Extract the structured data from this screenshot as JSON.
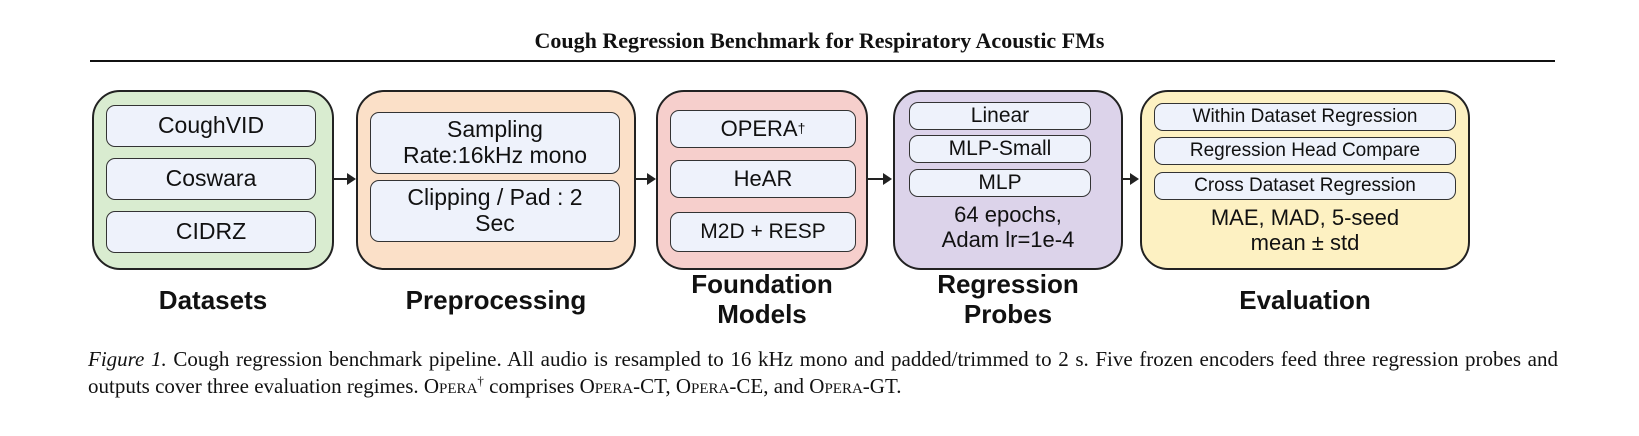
{
  "title": "Cough Regression Benchmark for Respiratory Acoustic FMs",
  "colors": {
    "datasets": "#d9ecd0",
    "preprocessing": "#fbe0c8",
    "foundation_models": "#f6cfcc",
    "regression_probes": "#dcd3ea",
    "evaluation": "#fdf1c2",
    "pill": "#eef2fb"
  },
  "stages": {
    "datasets": {
      "label": "Datasets",
      "items": [
        "CoughVID",
        "Coswara",
        "CIDRZ"
      ]
    },
    "preprocessing": {
      "label": "Preprocessing",
      "items": [
        {
          "line1": "Sampling",
          "line2": "Rate:16kHz mono"
        },
        {
          "line1": "Clipping / Pad : 2",
          "line2": "Sec"
        }
      ]
    },
    "foundation_models": {
      "label_line1": "Foundation",
      "label_line2": "Models",
      "items": [
        "OPERA",
        "HeAR",
        "M2D + RESP"
      ],
      "opera_mark": "†"
    },
    "regression_probes": {
      "label_line1": "Regression",
      "label_line2": "Probes",
      "items": [
        "Linear",
        "MLP-Small",
        "MLP"
      ],
      "note_line1": "64 epochs,",
      "note_line2": "Adam lr=1e-4"
    },
    "evaluation": {
      "label": "Evaluation",
      "items": [
        "Within Dataset Regression",
        "Regression Head Compare",
        "Cross Dataset Regression"
      ],
      "note_line1": "MAE, MAD, 5-seed",
      "note_line2": "mean ± std"
    }
  },
  "caption": {
    "figure_label": "Figure 1.",
    "part1": " Cough regression benchmark pipeline. All audio is resampled to 16 kHz mono and padded/trimmed to 2 s. Five frozen encoders feed three regression probes and outputs cover three evaluation regimes. ",
    "opera": "Opera",
    "dagger": "†",
    "part2": " comprises ",
    "opera_ct": "Opera",
    "ct": "-CT, ",
    "opera_ce": "Opera",
    "ce": "-CE, and ",
    "opera_gt": "Opera",
    "gt": "-GT."
  }
}
